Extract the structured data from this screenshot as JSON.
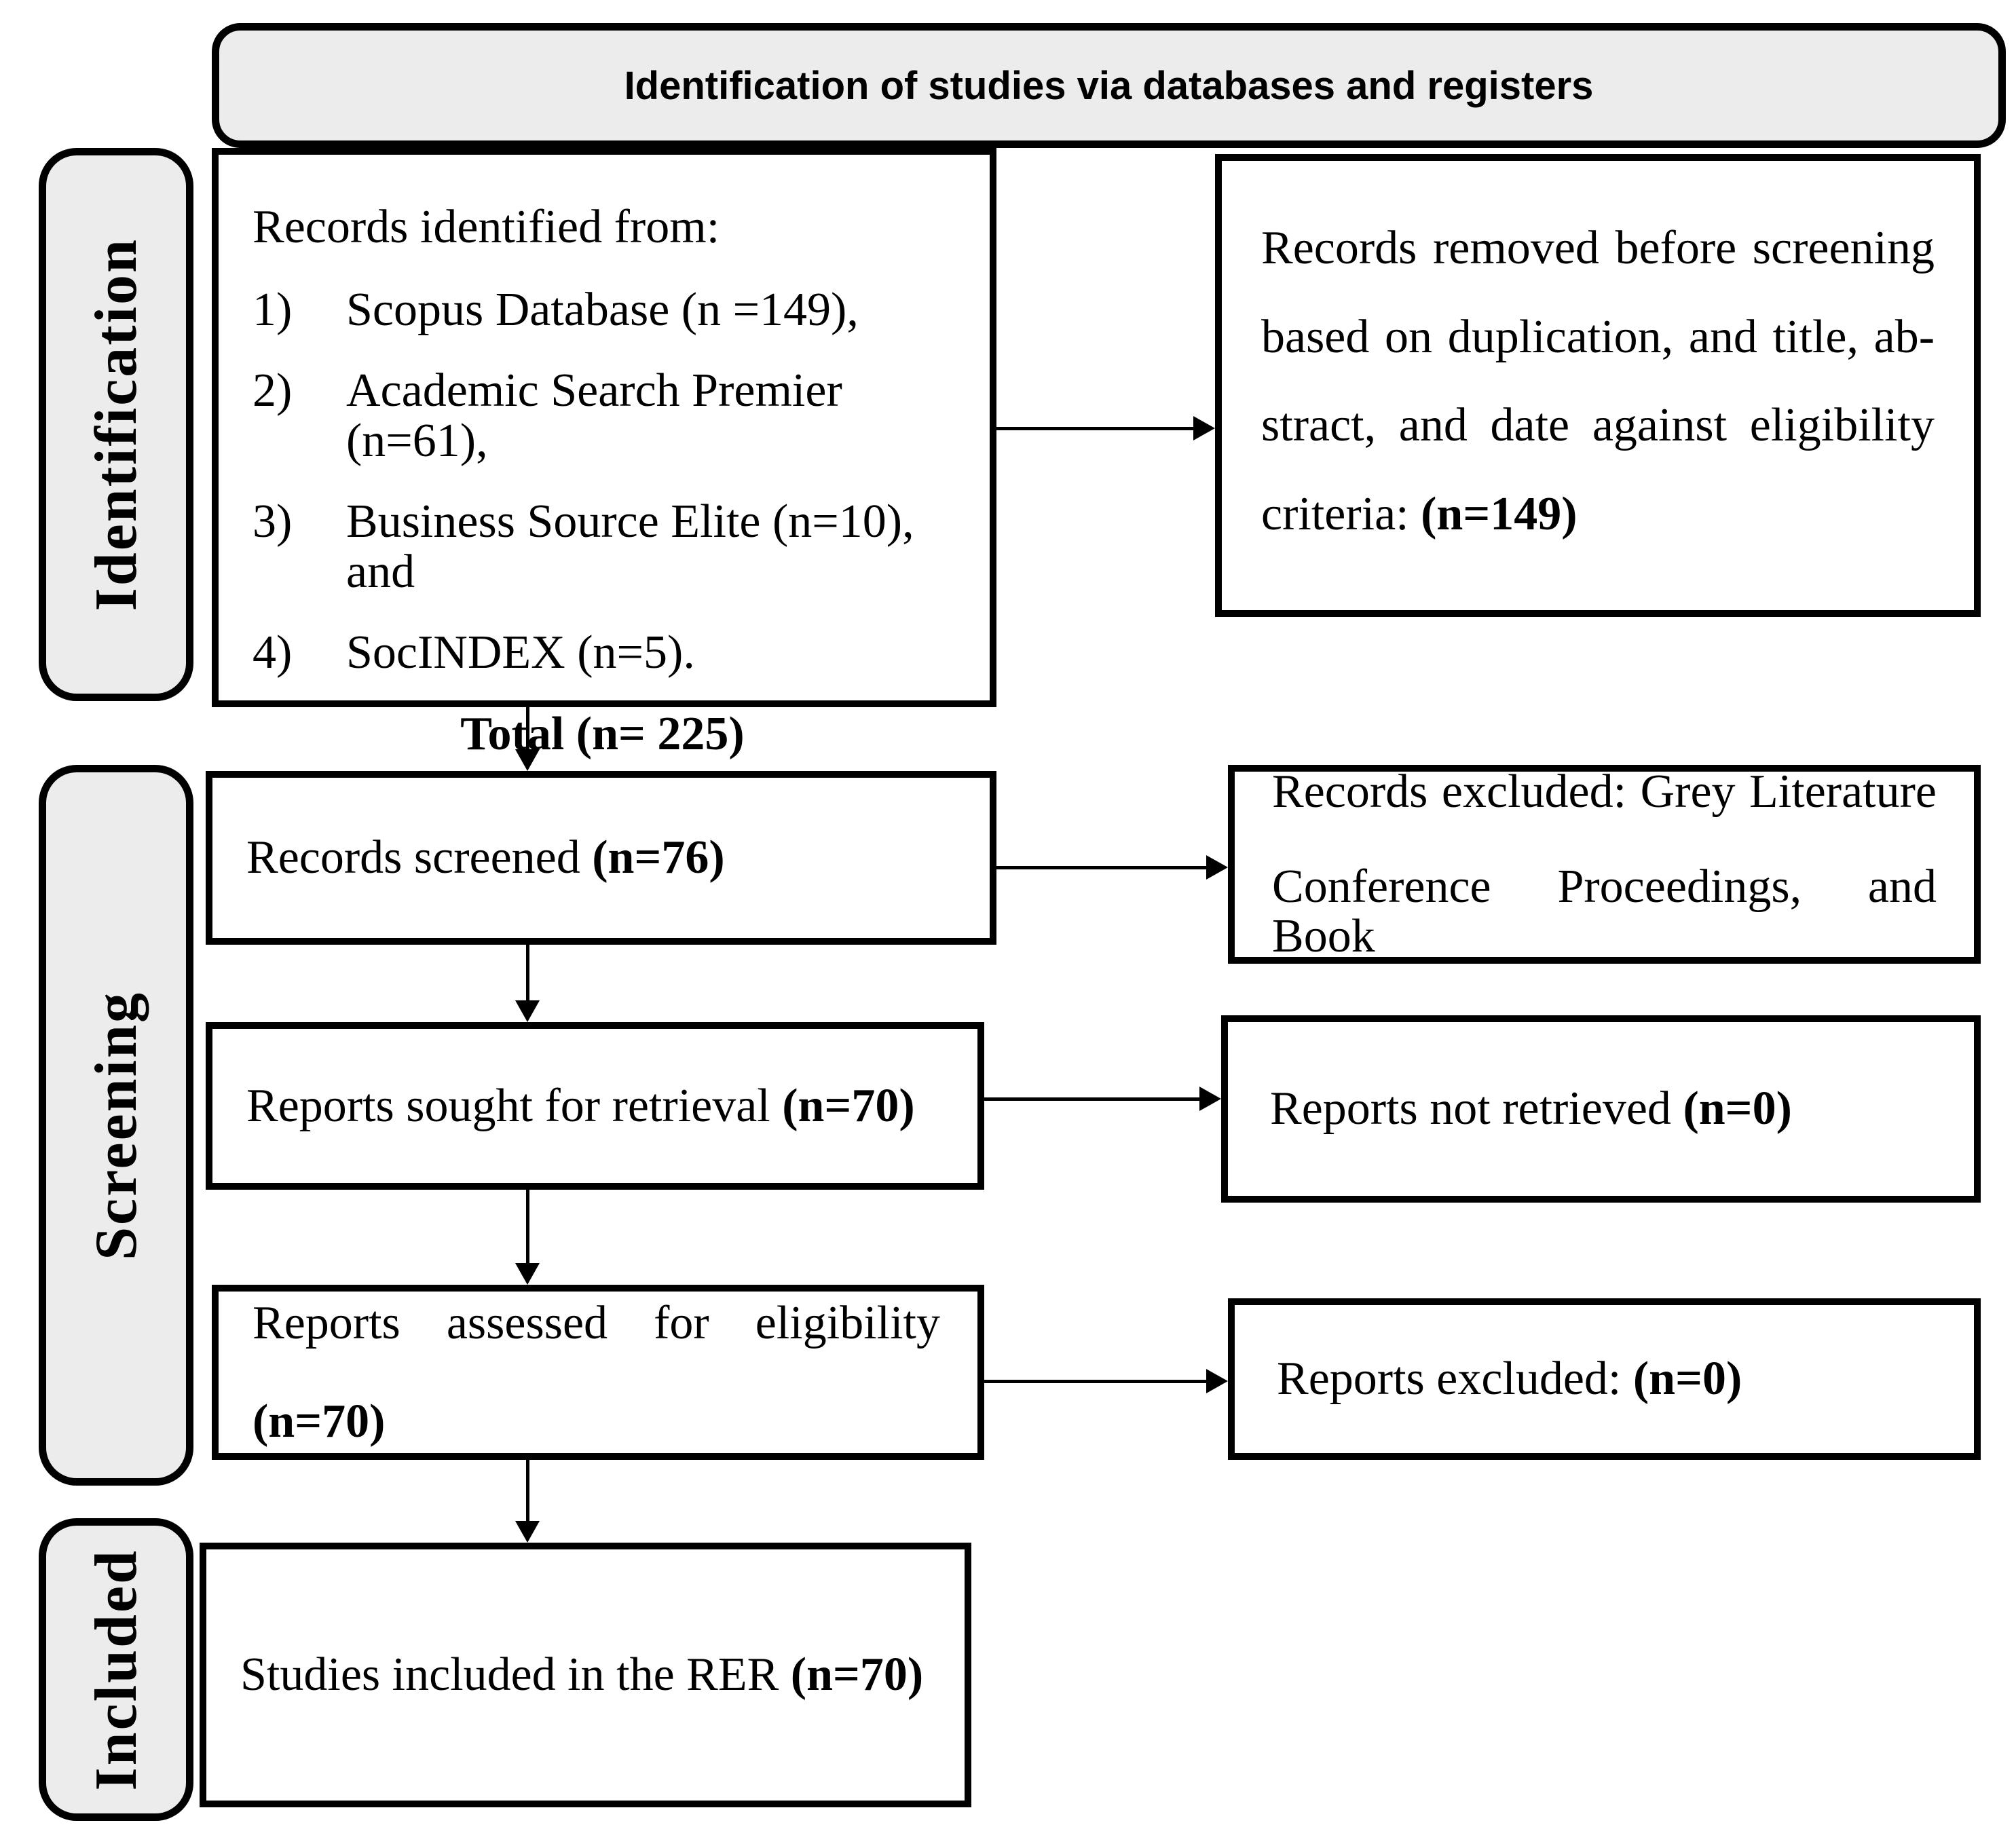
{
  "header": {
    "title": "Identification of studies via databases and registers"
  },
  "phases": {
    "identification": "Identification",
    "screening": "Screening",
    "included": "Included"
  },
  "boxes": {
    "records_identified": {
      "intro": "Records identified from:",
      "items": [
        {
          "num": "1)",
          "text": "Scopus Database (n =149),"
        },
        {
          "num": "2)",
          "text": "Academic Search Premier (n=61),"
        },
        {
          "num": "3)",
          "text": "Business Source Elite (n=10), and"
        },
        {
          "num": "4)",
          "text": "SocINDEX (n=5)."
        }
      ],
      "total": "Total (n= 225)"
    },
    "records_removed": {
      "line1": "Records removed before screening",
      "line2": "based on duplication, and title, ab-",
      "line3": "stract, and date against eligibility",
      "line4_prefix": "criteria: ",
      "line4_bold": "(n=149)"
    },
    "records_screened": {
      "text": "Records screened ",
      "bold": "(n=76)"
    },
    "records_excluded": {
      "line1": "Records excluded: Grey Literature",
      "line2": "Conference Proceedings, and Book"
    },
    "reports_sought": {
      "text": "Reports sought for retrieval ",
      "bold": "(n=70)"
    },
    "reports_not_retrieved": {
      "text": "Reports not retrieved ",
      "bold": "(n=0)"
    },
    "reports_assessed": {
      "line1": "Reports assessed for eligibility",
      "bold": "(n=70)"
    },
    "reports_excluded": {
      "text": "Reports excluded: ",
      "bold": "(n=0)"
    },
    "studies_included": {
      "text": "Studies included in the RER ",
      "bold": "(n=70)"
    }
  },
  "colors": {
    "panel_fill": "#ececec",
    "box_fill": "#ffffff",
    "border": "#000000",
    "text": "#000000"
  }
}
